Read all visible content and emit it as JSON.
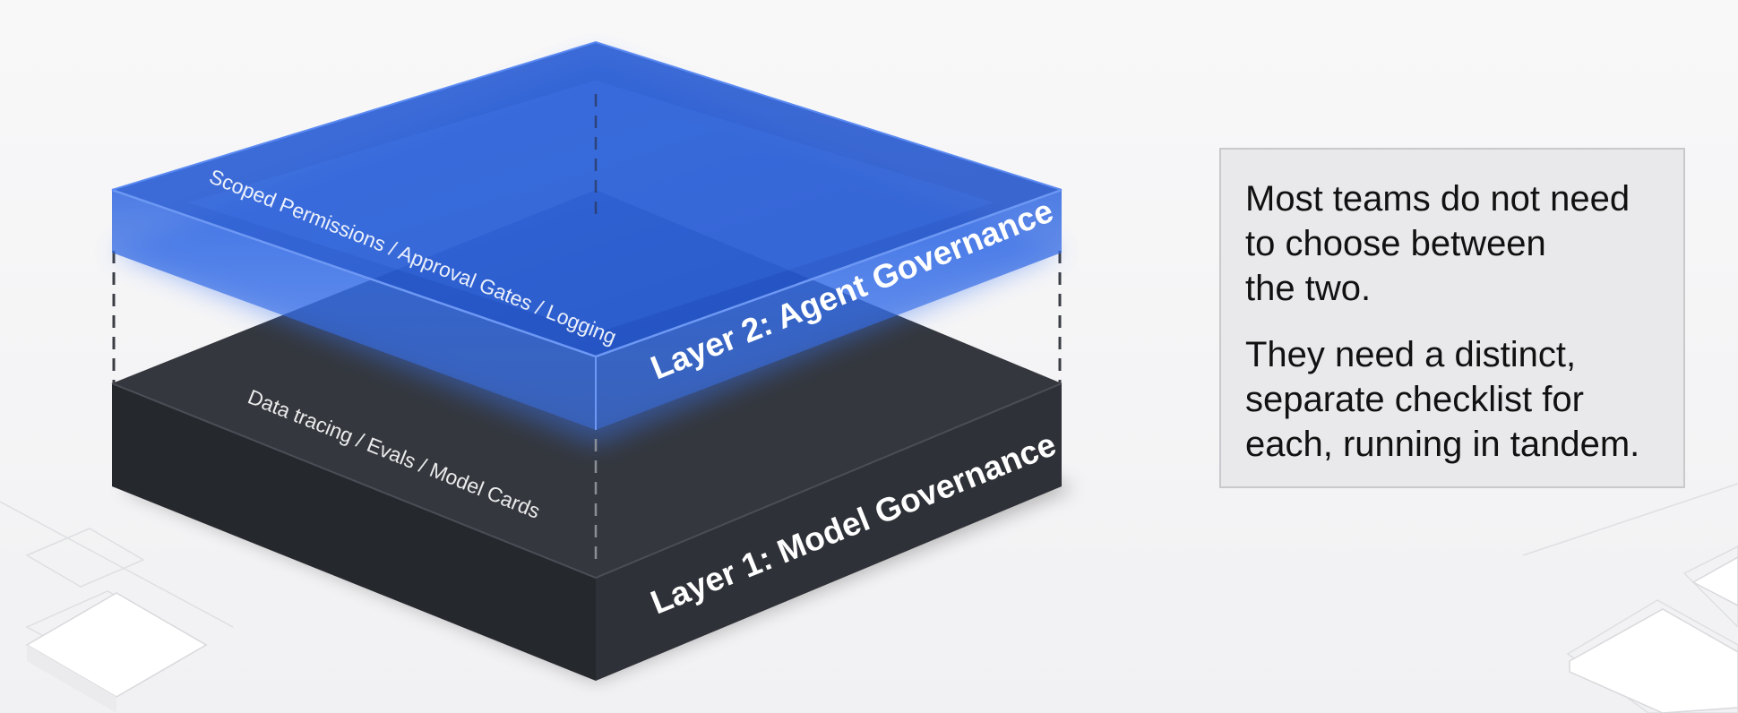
{
  "diagram": {
    "layer1": {
      "title": "Layer 1: Model Governance",
      "items": "Data tracing / Evals / Model Cards"
    },
    "layer2": {
      "title": "Layer 2: Agent Governance",
      "items": "Scoped Permissions / Approval Gates / Logging"
    }
  },
  "callout": {
    "paragraph1": "Most teams do not need\nto choose between\nthe two.",
    "paragraph2": "They need a distinct,\nseparate checklist for\neach, running in tandem."
  },
  "colors": {
    "layer1_top": "#34373d",
    "layer1_left": "#25282d",
    "layer1_right": "#2e3137",
    "layer2_glass": "#2e63d6",
    "layer2_edge": "#5b8af2",
    "background": "#f4f4f6",
    "callout_fill": "#e9e9eb"
  },
  "icons": [
    "dashed-connector-line"
  ]
}
